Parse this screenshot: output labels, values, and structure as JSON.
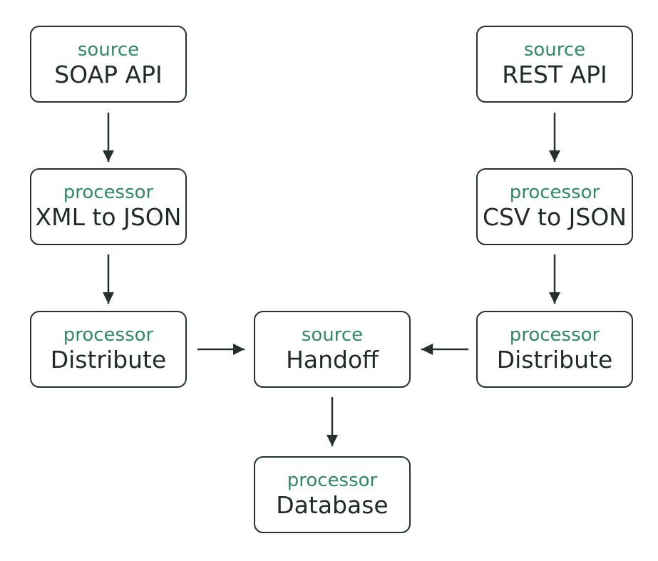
{
  "diagram": {
    "nodes": [
      {
        "id": "soap-api",
        "kind": "source",
        "label": "SOAP API"
      },
      {
        "id": "rest-api",
        "kind": "source",
        "label": "REST API"
      },
      {
        "id": "xml-to-json",
        "kind": "processor",
        "label": "XML to JSON"
      },
      {
        "id": "csv-to-json",
        "kind": "processor",
        "label": "CSV to JSON"
      },
      {
        "id": "distribute-left",
        "kind": "processor",
        "label": "Distribute"
      },
      {
        "id": "handoff",
        "kind": "source",
        "label": "Handoff"
      },
      {
        "id": "distribute-right",
        "kind": "processor",
        "label": "Distribute"
      },
      {
        "id": "database",
        "kind": "processor",
        "label": "Database"
      }
    ],
    "edges": [
      {
        "from": "soap-api",
        "to": "xml-to-json"
      },
      {
        "from": "rest-api",
        "to": "csv-to-json"
      },
      {
        "from": "xml-to-json",
        "to": "distribute-left"
      },
      {
        "from": "csv-to-json",
        "to": "distribute-right"
      },
      {
        "from": "distribute-left",
        "to": "handoff"
      },
      {
        "from": "distribute-right",
        "to": "handoff"
      },
      {
        "from": "handoff",
        "to": "database"
      }
    ],
    "colors": {
      "kind_label": "#2e8b61",
      "node_text": "#1f2b24",
      "node_border": "#25322a",
      "arrow": "#25322a",
      "background": "#ffffff"
    }
  }
}
